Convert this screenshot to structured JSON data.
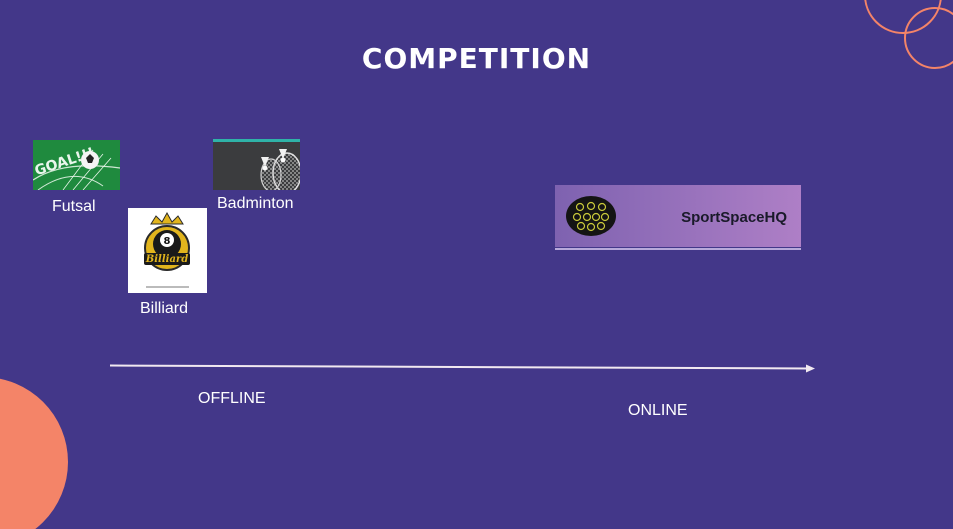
{
  "slide": {
    "title": "COMPETITION",
    "background_color": "#433789",
    "accent_color": "#f48468"
  },
  "offline_items": [
    {
      "label": "Futsal",
      "image": "futsal-photo"
    },
    {
      "label": "Badminton",
      "image": "badminton-photo"
    },
    {
      "label": "Billiard",
      "image": "billiard-logo"
    }
  ],
  "billiard_logo": {
    "number": "8",
    "wordmark": "Billiard"
  },
  "futsal_image_text": "GOAL!!!",
  "online_banner": {
    "brand": "SportSpaceHQ",
    "logo": "sport-icons-grid-logo"
  },
  "timeline": {
    "start_label": "OFFLINE",
    "end_label": "ONLINE"
  }
}
